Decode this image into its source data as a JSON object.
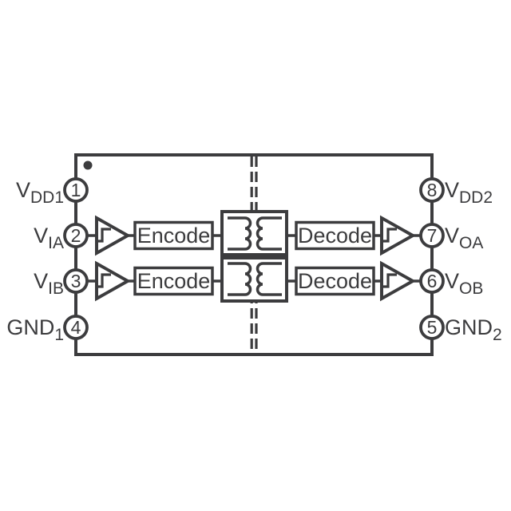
{
  "colors": {
    "stroke": "#3C3C3E",
    "background": "#FFFFFF"
  },
  "ic": {
    "pin1_marker": "dot",
    "isolation_barrier": "double-dashed-line",
    "pins_left": [
      {
        "number": "1",
        "label": "V",
        "sub": "DD1"
      },
      {
        "number": "2",
        "label": "V",
        "sub": "IA"
      },
      {
        "number": "3",
        "label": "V",
        "sub": "IB"
      },
      {
        "number": "4",
        "label": "GND",
        "sub": "1"
      }
    ],
    "pins_right": [
      {
        "number": "8",
        "label": "V",
        "sub": "DD2"
      },
      {
        "number": "7",
        "label": "V",
        "sub": "OA"
      },
      {
        "number": "6",
        "label": "V",
        "sub": "OB"
      },
      {
        "number": "5",
        "label": "GND",
        "sub": "2"
      }
    ],
    "channels": [
      {
        "encode": "Encode",
        "decode": "Decode"
      },
      {
        "encode": "Encode",
        "decode": "Decode"
      }
    ]
  }
}
